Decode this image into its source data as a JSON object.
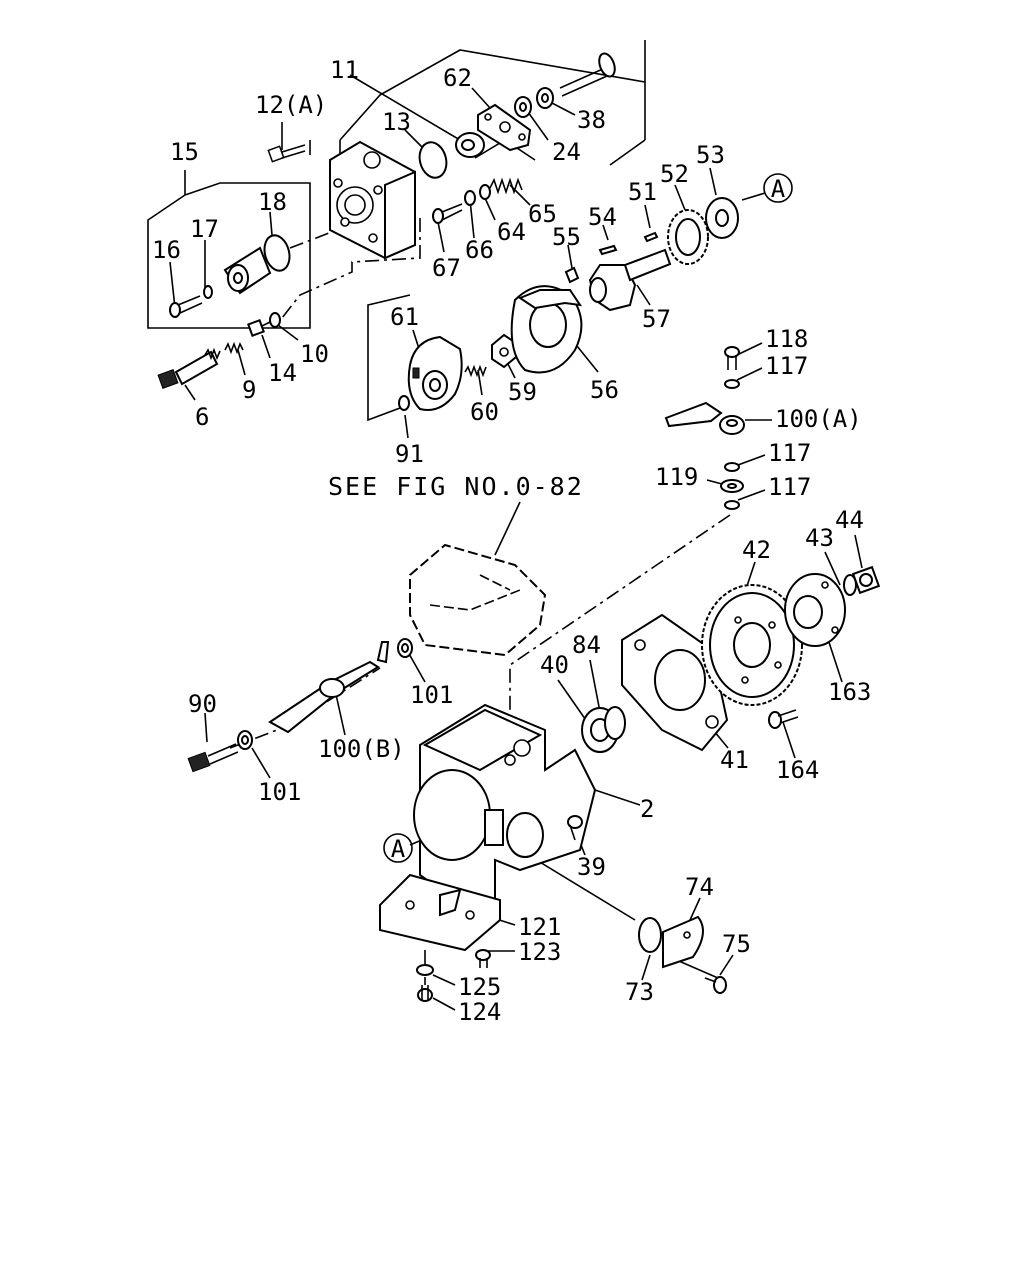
{
  "diagram": {
    "reference_note": "SEE FIG NO.0-82",
    "callout_marker": "A",
    "labels": {
      "p11": "11",
      "p12a": "12(A)",
      "p13": "13",
      "p15": "15",
      "p16": "16",
      "p17": "17",
      "p18": "18",
      "p62": "62",
      "p38": "38",
      "p24": "24",
      "p65": "65",
      "p64": "64",
      "p66": "66",
      "p67": "67",
      "p6": "6",
      "p9": "9",
      "p14": "14",
      "p10": "10",
      "p61": "61",
      "p91": "91",
      "p60": "60",
      "p59": "59",
      "p56": "56",
      "p55": "55",
      "p54": "54",
      "p51": "51",
      "p52": "52",
      "p53": "53",
      "p57": "57",
      "p118": "118",
      "p117a": "117",
      "p100a": "100(A)",
      "p117b": "117",
      "p119": "119",
      "p117c": "117",
      "p42": "42",
      "p43": "43",
      "p44": "44",
      "p163": "163",
      "p164": "164",
      "p41": "41",
      "p40": "40",
      "p84": "84",
      "p2": "2",
      "p39": "39",
      "p90": "90",
      "p101a": "101",
      "p100b": "100(B)",
      "p101b": "101",
      "p121": "121",
      "p123": "123",
      "p125": "125",
      "p124": "124",
      "p74": "74",
      "p75": "75",
      "p73": "73"
    }
  }
}
